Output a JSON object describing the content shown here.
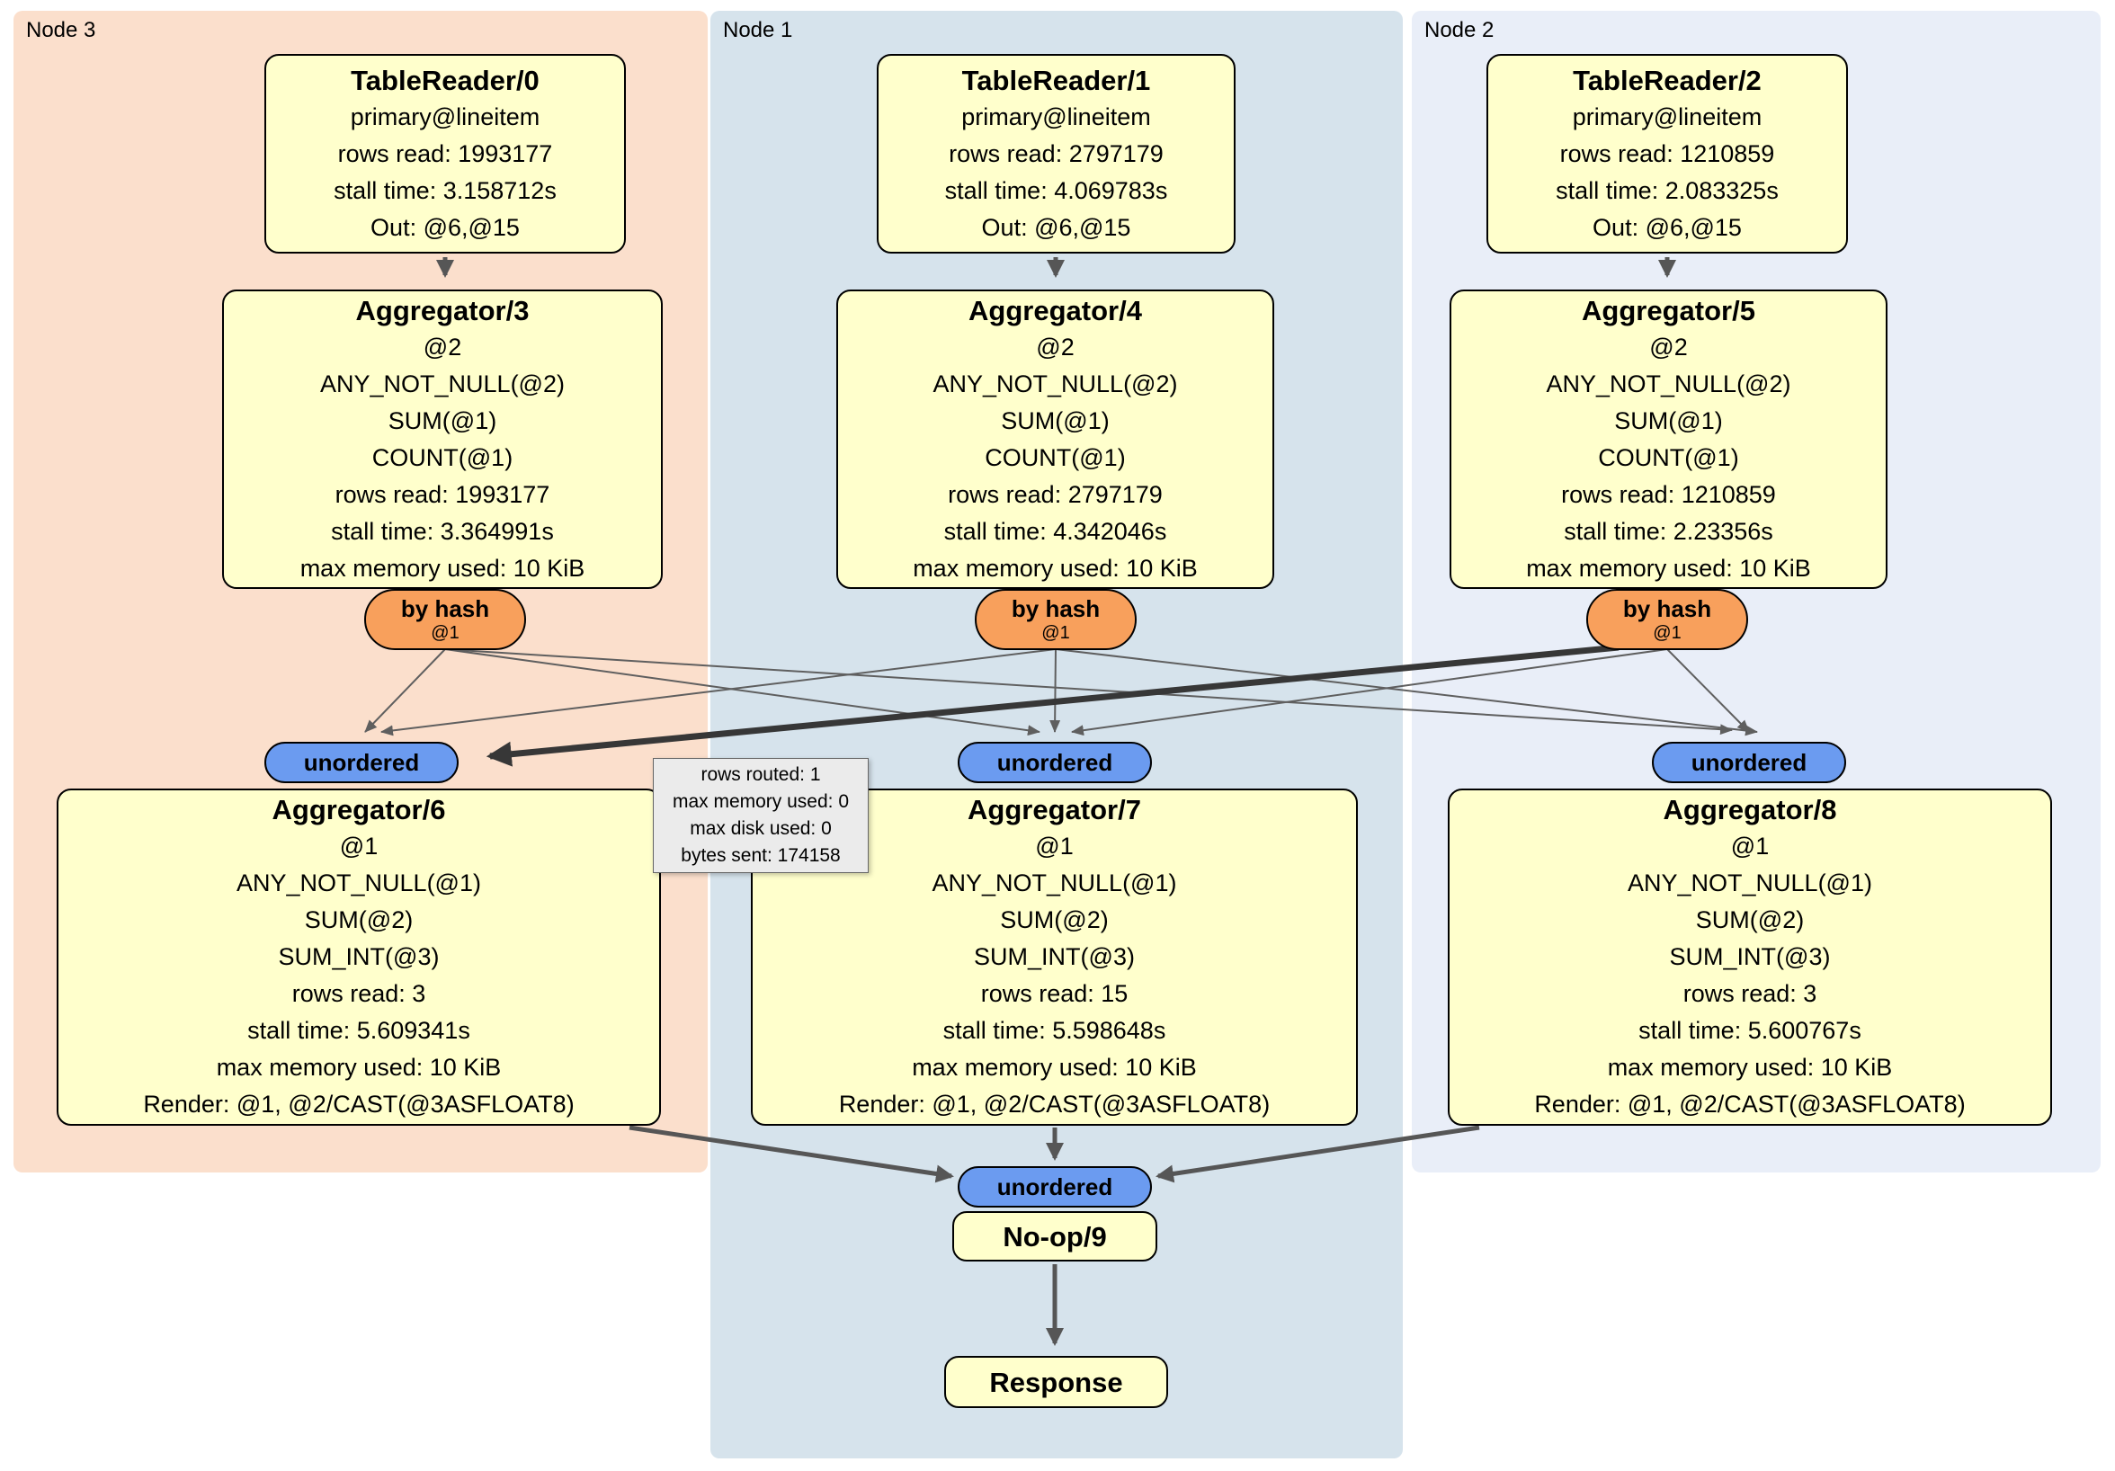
{
  "diagram": {
    "regions": [
      {
        "label": "Node 3"
      },
      {
        "label": "Node 1"
      },
      {
        "label": "Node 2"
      }
    ],
    "boxes": {
      "tr0": {
        "title": "TableReader/0",
        "lines": [
          "primary@lineitem",
          "rows read: 1993177",
          "stall time: 3.158712s",
          "Out: @6,@15"
        ]
      },
      "tr1": {
        "title": "TableReader/1",
        "lines": [
          "primary@lineitem",
          "rows read: 2797179",
          "stall time: 4.069783s",
          "Out: @6,@15"
        ]
      },
      "tr2": {
        "title": "TableReader/2",
        "lines": [
          "primary@lineitem",
          "rows read: 1210859",
          "stall time: 2.083325s",
          "Out: @6,@15"
        ]
      },
      "agg3": {
        "title": "Aggregator/3",
        "lines": [
          "@2",
          "ANY_NOT_NULL(@2)",
          "SUM(@1)",
          "COUNT(@1)",
          "rows read: 1993177",
          "stall time: 3.364991s",
          "max memory used: 10 KiB"
        ]
      },
      "agg4": {
        "title": "Aggregator/4",
        "lines": [
          "@2",
          "ANY_NOT_NULL(@2)",
          "SUM(@1)",
          "COUNT(@1)",
          "rows read: 2797179",
          "stall time: 4.342046s",
          "max memory used: 10 KiB"
        ]
      },
      "agg5": {
        "title": "Aggregator/5",
        "lines": [
          "@2",
          "ANY_NOT_NULL(@2)",
          "SUM(@1)",
          "COUNT(@1)",
          "rows read: 1210859",
          "stall time: 2.23356s",
          "max memory used: 10 KiB"
        ]
      },
      "agg6": {
        "title": "Aggregator/6",
        "lines": [
          "@1",
          "ANY_NOT_NULL(@1)",
          "SUM(@2)",
          "SUM_INT(@3)",
          "rows read: 3",
          "stall time: 5.609341s",
          "max memory used: 10 KiB",
          "Render: @1, @2/CAST(@3ASFLOAT8)"
        ]
      },
      "agg7": {
        "title": "Aggregator/7",
        "lines": [
          "@1",
          "ANY_NOT_NULL(@1)",
          "SUM(@2)",
          "SUM_INT(@3)",
          "rows read: 15",
          "stall time: 5.598648s",
          "max memory used: 10 KiB",
          "Render: @1, @2/CAST(@3ASFLOAT8)"
        ]
      },
      "agg8": {
        "title": "Aggregator/8",
        "lines": [
          "@1",
          "ANY_NOT_NULL(@1)",
          "SUM(@2)",
          "SUM_INT(@3)",
          "rows read: 3",
          "stall time: 5.600767s",
          "max memory used: 10 KiB",
          "Render: @1, @2/CAST(@3ASFLOAT8)"
        ]
      },
      "noop": {
        "title": "No-op/9"
      },
      "response": {
        "title": "Response"
      }
    },
    "routers": {
      "by_hash": {
        "label": "by hash",
        "sub": "@1"
      },
      "unordered": {
        "label": "unordered"
      }
    },
    "edge_tooltip": {
      "lines": [
        "rows routed: 1",
        "max memory used: 0",
        "max disk used: 0",
        "bytes sent: 174158"
      ]
    },
    "colors": {
      "node3_bg": "#FBDFCC",
      "node1_bg": "#D6E3EC",
      "node2_bg": "#E9EEF8",
      "box_bg": "#FFFFCC",
      "hash_pill_bg": "#F8A05C",
      "unordered_pill_bg": "#6B9BF0",
      "edge": "#565656",
      "edge_highlight": "#373737"
    }
  }
}
